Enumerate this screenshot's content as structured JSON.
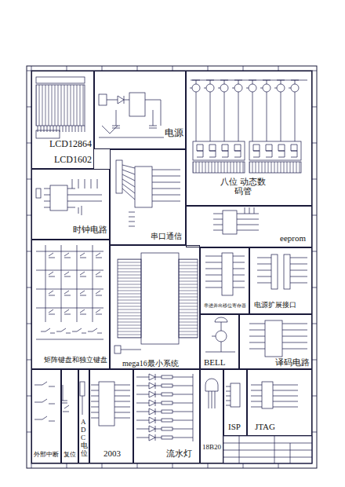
{
  "diagram": {
    "nodes": [
      {
        "text": [
          "LCD12864",
          "LCD1602"
        ]
      },
      {
        "text": [
          "电源"
        ]
      },
      {
        "text": [
          "八位 动态数码管"
        ]
      },
      {
        "text": [
          "时钟电路"
        ]
      },
      {
        "text": [
          "串口通信"
        ]
      },
      {
        "text": [
          "eeprom"
        ]
      },
      {
        "text": [
          "矩阵键盘和独立键盘"
        ]
      },
      {
        "text": [
          "mega16最小系统"
        ]
      },
      {
        "text": [
          "串进并出移位寄存器"
        ]
      },
      {
        "text": [
          "电源扩展接口"
        ]
      },
      {
        "text": [
          "BELL"
        ]
      },
      {
        "text": [
          "译码电路"
        ]
      },
      {
        "text": [
          "外部中断"
        ]
      },
      {
        "text": [
          "复位"
        ]
      },
      {
        "text": [
          "ADC电位"
        ]
      },
      {
        "text": [
          "2003"
        ]
      },
      {
        "text": [
          "流水灯"
        ]
      },
      {
        "text": [
          "18B20"
        ]
      },
      {
        "text": [
          "ISP"
        ]
      },
      {
        "text": [
          "JTAG"
        ]
      }
    ]
  }
}
